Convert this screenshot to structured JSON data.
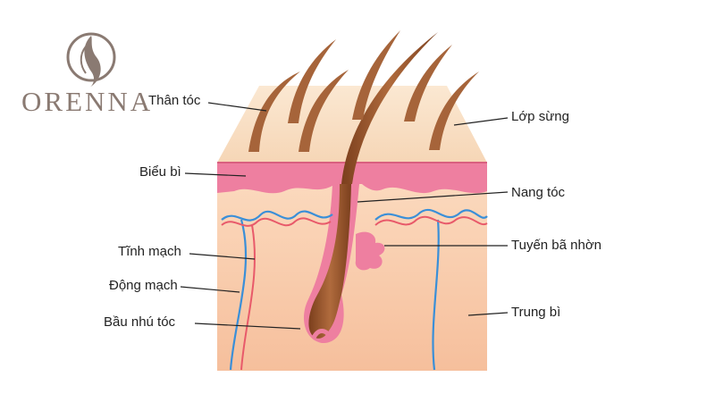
{
  "brand": {
    "name": "ORENNA",
    "color": "#8a7a72",
    "logo_icon": "hair-strand-circle-logo"
  },
  "labels": {
    "than_toc": "Thân tóc",
    "bieu_bi": "Biểu bì",
    "tinh_mach": "Tĩnh mạch",
    "dong_mach": "Động mạch",
    "bau_nhu_toc": "Bầu nhú tóc",
    "lop_sung": "Lớp sừng",
    "nang_toc": "Nang tóc",
    "tuyen_ba_nhon": "Tuyến bã nhờn",
    "trung_bi": "Trung bì"
  },
  "colors": {
    "skin_top": "#f8dcbd",
    "epidermis": "#ee7fa0",
    "dermis": "#f7c9a6",
    "hair": "#9a5a35",
    "vein": "#3a8fd8",
    "artery": "#e85a6a"
  }
}
